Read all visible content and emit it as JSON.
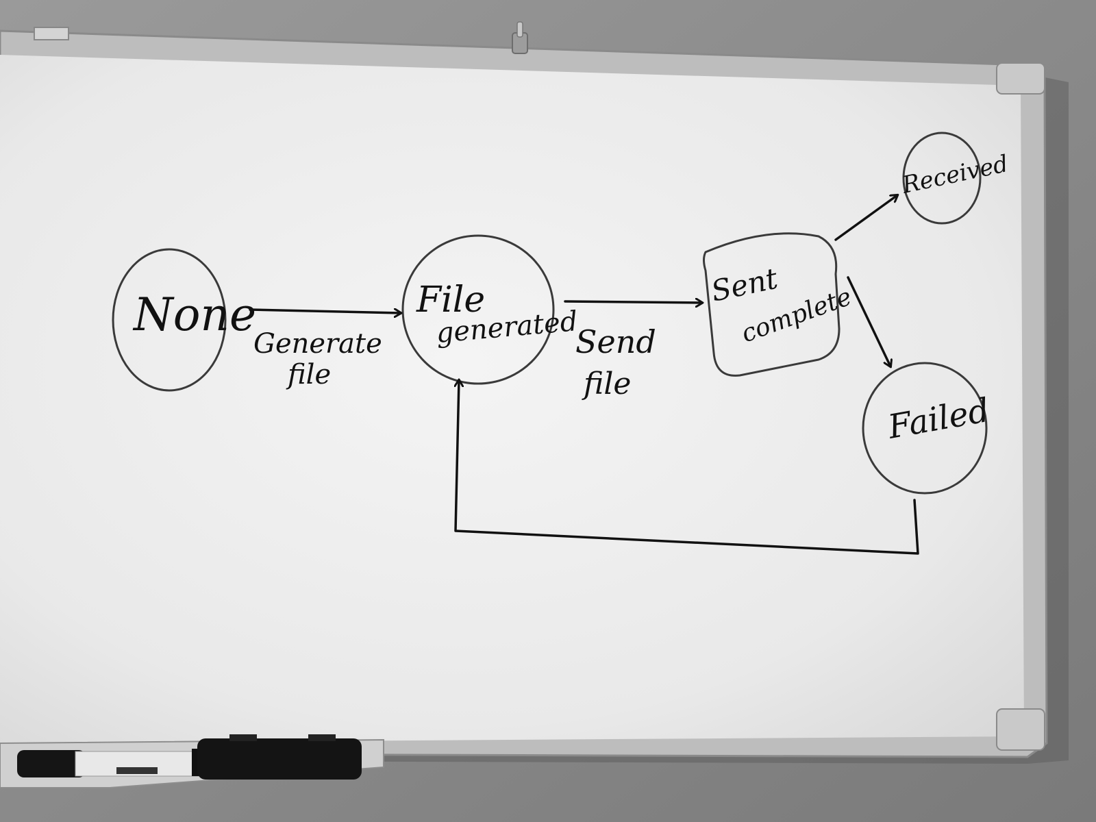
{
  "whiteboard": {
    "states": {
      "none": "None",
      "file_generated_line1": "File",
      "file_generated_line2": "generated",
      "sent_complete_line1": "Sent",
      "sent_complete_line2": "complete",
      "received": "Received",
      "failed": "Failed"
    },
    "transitions": {
      "generate_file_line1": "Generate",
      "generate_file_line2": "file",
      "send_file_line1": "Send",
      "send_file_line2": "file"
    }
  },
  "colors": {
    "wall": "#8c8c8c",
    "board": "#eeeeee",
    "frame": "#b5b5b5",
    "ink": "#111111"
  }
}
